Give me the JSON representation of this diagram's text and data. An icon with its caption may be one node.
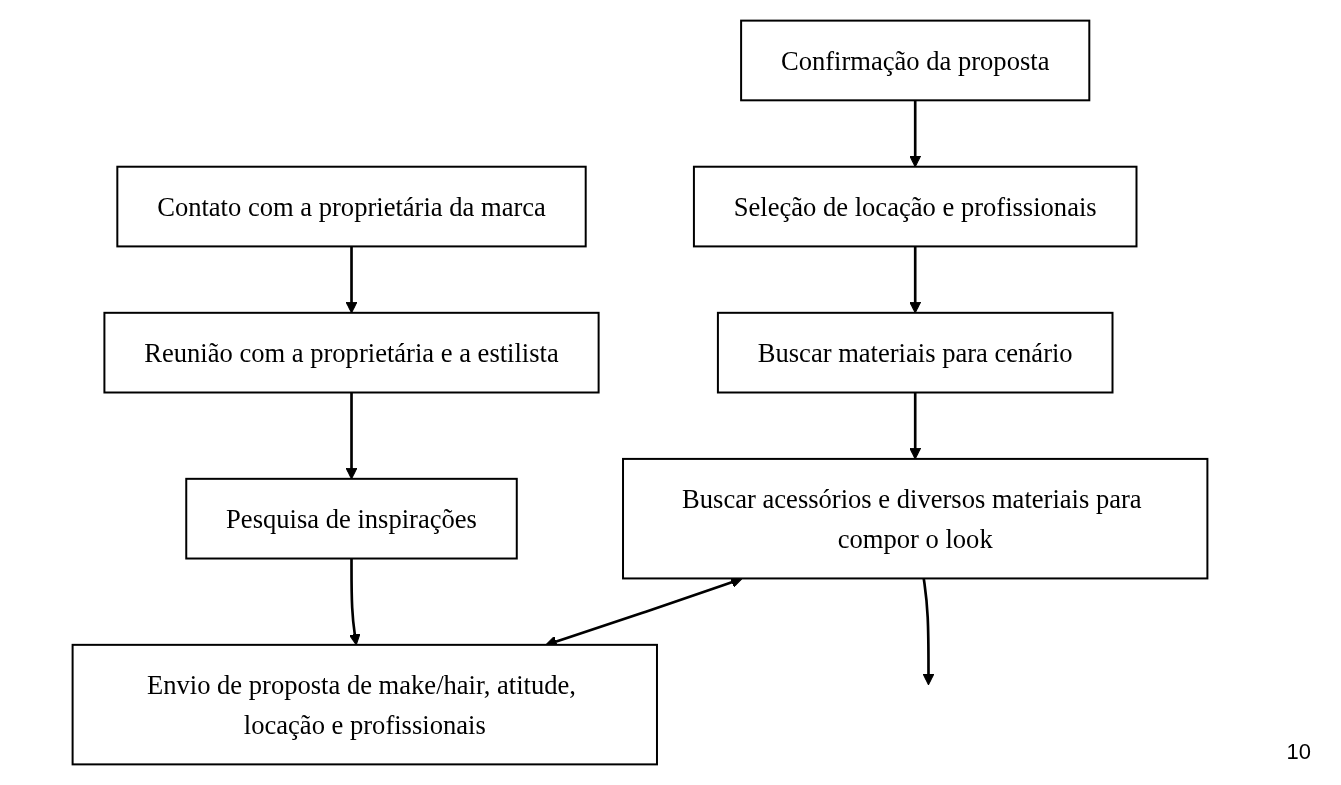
{
  "diagram": {
    "nodes": [
      {
        "text": [
          "Contato com a proprietária da marca"
        ]
      },
      {
        "text": [
          "Reunião com a proprietária e a estilista"
        ]
      },
      {
        "text": [
          "Pesquisa de inspirações"
        ]
      },
      {
        "text": [
          "Envio de proposta de make/hair, atitude, locação e profissionais"
        ]
      },
      {
        "text": [
          "Confirmação da proposta"
        ]
      },
      {
        "text": [
          "Seleção de locação e profissionais"
        ]
      },
      {
        "text": [
          "Buscar materiais para cenário"
        ]
      },
      {
        "text": [
          "Buscar acessórios e diversos materiais para compor o look"
        ]
      }
    ],
    "edges": [
      {
        "from": 0,
        "to": 1,
        "arrow": "to"
      },
      {
        "from": 1,
        "to": 2,
        "arrow": "to"
      },
      {
        "from": 2,
        "to": 3,
        "arrow": "to"
      },
      {
        "from": 4,
        "to": 5,
        "arrow": "to"
      },
      {
        "from": 5,
        "to": 6,
        "arrow": "to"
      },
      {
        "from": 6,
        "to": 7,
        "arrow": "to"
      },
      {
        "from": 7,
        "to": 3,
        "arrow": "both"
      },
      {
        "from": 7,
        "to": null,
        "arrow": "to"
      }
    ],
    "labels": [
      "10"
    ]
  }
}
